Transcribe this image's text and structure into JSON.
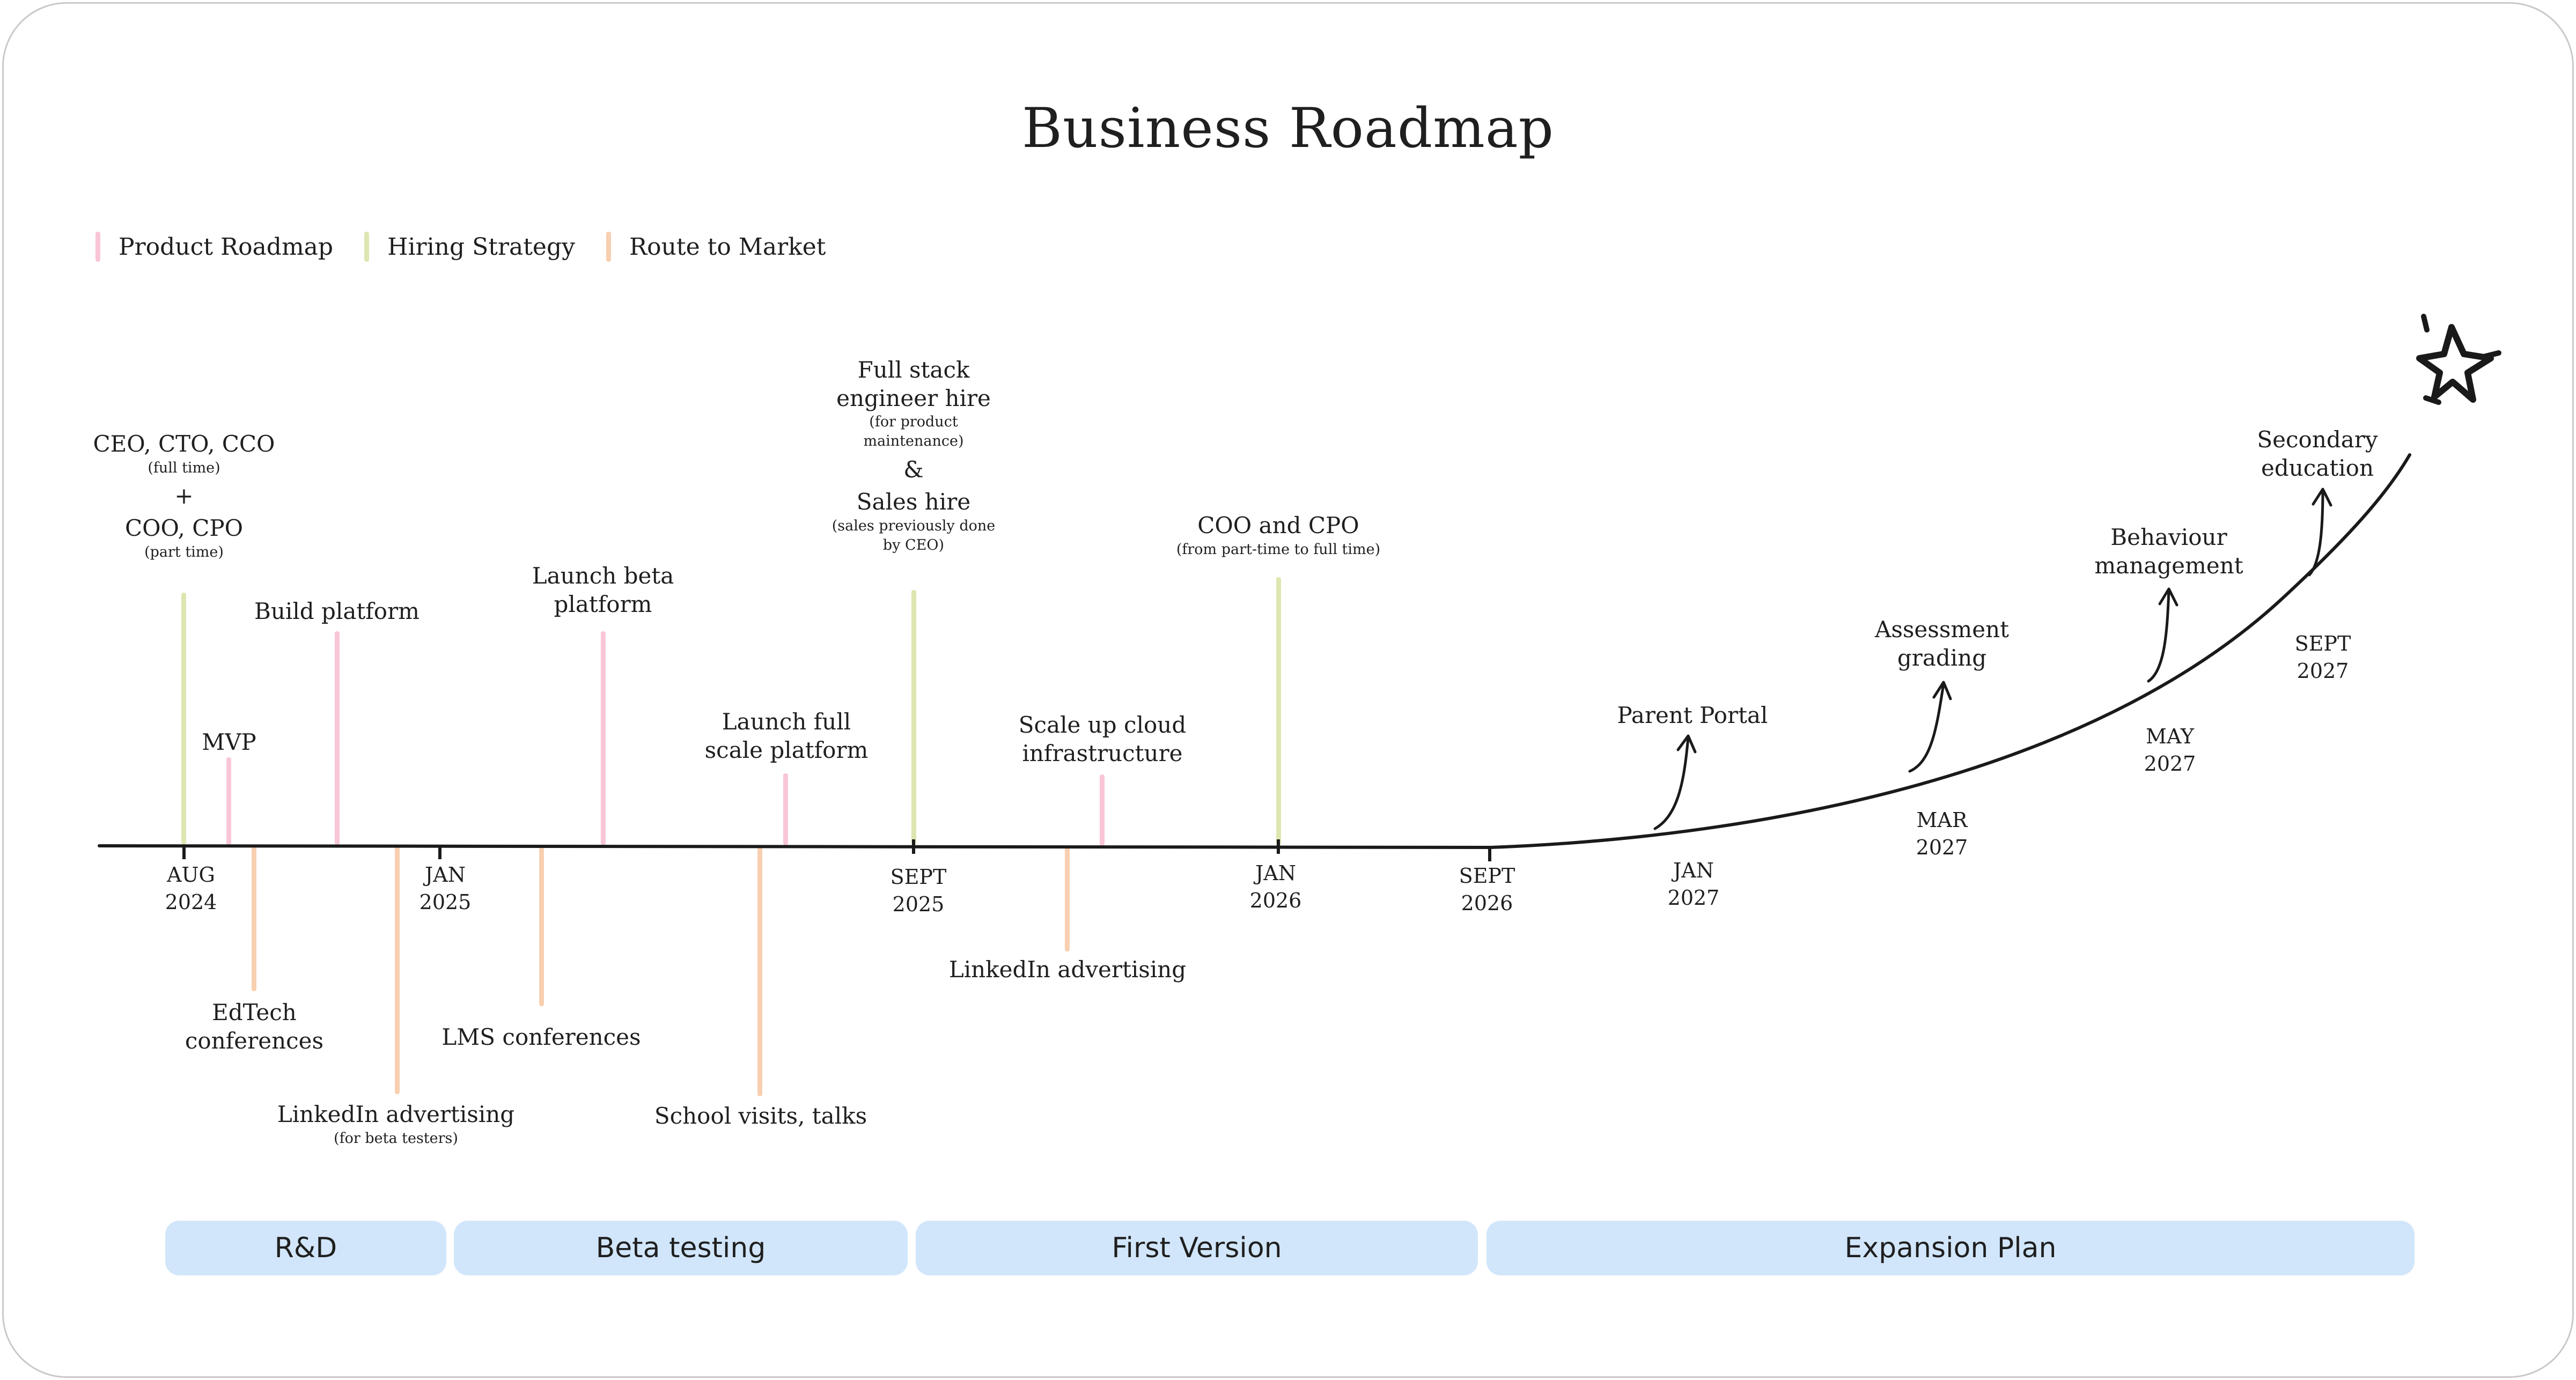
{
  "title": "Business Roadmap",
  "colors": {
    "product_roadmap": "#f8c6d7",
    "hiring_strategy": "#dde6b0",
    "route_to_market": "#f8cfb0",
    "phase_fill": "#d1e6fb",
    "line": "#1a1a1a"
  },
  "legend": [
    {
      "label": "Product Roadmap",
      "color": "#f8c6d7"
    },
    {
      "label": "Hiring Strategy",
      "color": "#dde6b0"
    },
    {
      "label": "Route to Market",
      "color": "#f8cfb0"
    }
  ],
  "dates": {
    "aug2024": [
      "AUG",
      "2024"
    ],
    "jan2025": [
      "JAN",
      "2025"
    ],
    "sept2025": [
      "SEPT",
      "2025"
    ],
    "jan2026": [
      "JAN",
      "2026"
    ],
    "sept2026": [
      "SEPT",
      "2026"
    ],
    "jan2027": [
      "JAN",
      "2027"
    ],
    "mar2027": [
      "MAR",
      "2027"
    ],
    "may2027": [
      "MAY",
      "2027"
    ],
    "sept2027": [
      "SEPT",
      "2027"
    ]
  },
  "hiring": {
    "founders": {
      "line1": "CEO, CTO, CCO",
      "note1": "(full time)",
      "plus": "+",
      "line2": "COO, CPO",
      "note2": "(part time)"
    },
    "engineer": {
      "line1": "Full stack",
      "line2": "engineer hire",
      "note1": "(for product",
      "note2": "maintenance)",
      "amp": "&",
      "line3": "Sales hire",
      "note3": "(sales previously done",
      "note4": "by CEO)"
    },
    "coo_cpo": {
      "line1": "COO and CPO",
      "note1": "(from part-time to full time)"
    }
  },
  "product": {
    "mvp": "MVP",
    "build": "Build platform",
    "beta": [
      "Launch beta",
      "platform"
    ],
    "full": [
      "Launch full",
      "scale platform"
    ],
    "cloud": [
      "Scale up cloud",
      "infrastructure"
    ]
  },
  "market": {
    "edtech": [
      "EdTech",
      "conferences"
    ],
    "linkedin_beta": "LinkedIn advertising",
    "linkedin_beta_note": "(for beta testers)",
    "lms": "LMS conferences",
    "school": "School visits, talks",
    "linkedin": "LinkedIn advertising"
  },
  "expansion": {
    "parent": "Parent Portal",
    "assessment": [
      "Assessment",
      "grading"
    ],
    "behaviour": [
      "Behaviour",
      "management"
    ],
    "secondary": [
      "Secondary",
      "education"
    ]
  },
  "phases": [
    "R&D",
    "Beta testing",
    "First Version",
    "Expansion Plan"
  ]
}
